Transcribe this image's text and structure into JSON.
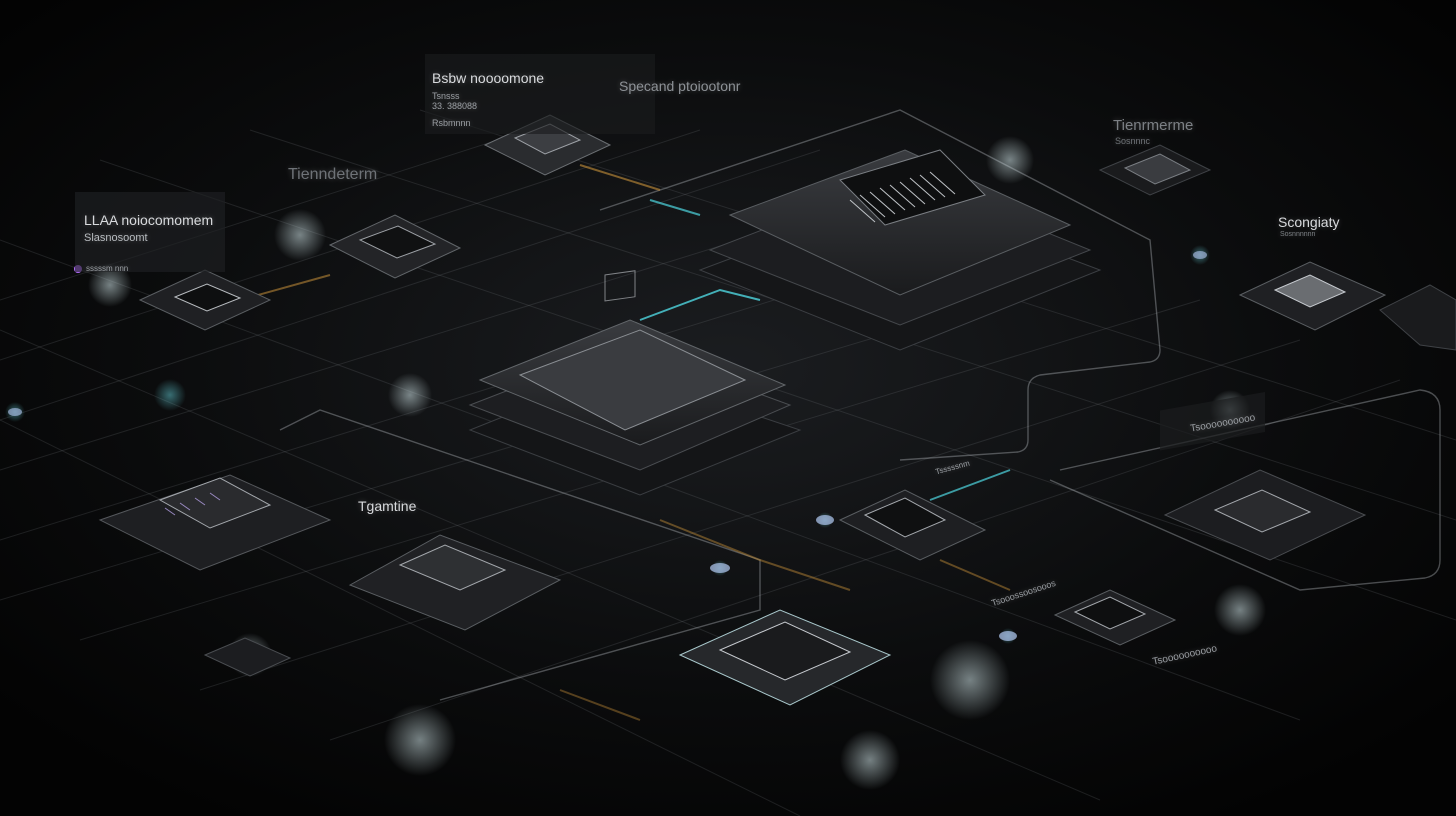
{
  "labels": {
    "top_card_title": "Bsbw noooomone",
    "top_card_line1": "Tsnsss",
    "top_card_line2": "33. 388088",
    "top_card_line3": "Rsbmnnn",
    "specand": "Specand ptoiootonr",
    "tienndeterm": "Tienndeterm",
    "tienrmerme": "Tienrmerme",
    "tienrmerme_sub": "Sosnnnc",
    "lla_title": "LLAA noiocomomem",
    "lla_sub": "Slasnosoomt",
    "lla_tag": "sssssm nnn",
    "scongiaty": "Scongiaty",
    "scongiaty_sub": "Sosnnnnnn",
    "tgamtine": "Tgamtine",
    "mid_right_tag": "Tsoooooooooo",
    "bottom_right_tag": "Tsoooooooooo",
    "lower_mid_tag": "Tsooossoosooos",
    "chip_small_tag": "Tsssssnm"
  },
  "colors": {
    "background": "#050506",
    "accent_cyan": "#4fd6e0",
    "accent_purple": "#9b5cf0",
    "accent_amber": "#c9923a"
  }
}
